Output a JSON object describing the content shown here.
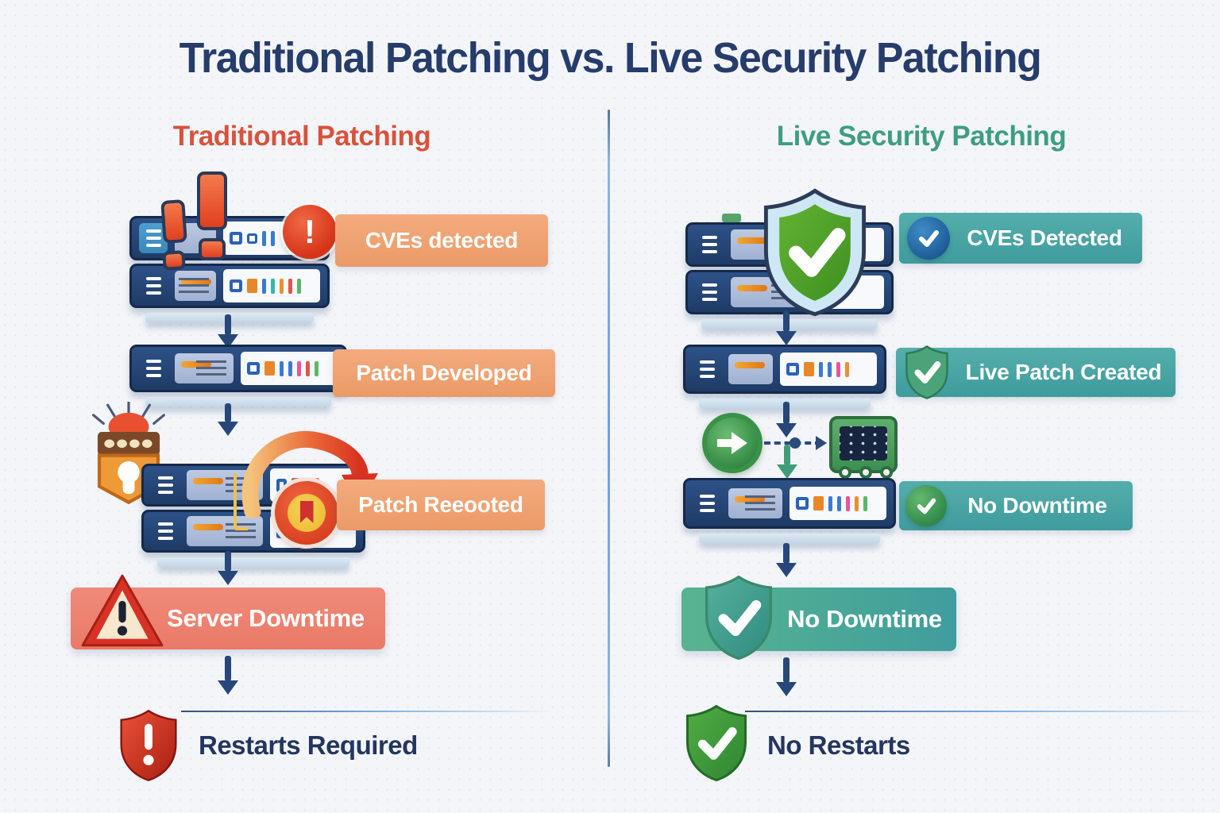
{
  "title": "Traditional Patching vs. Live Security Patching",
  "left": {
    "header": "Traditional Patching",
    "step1": "CVEs detected",
    "step2": "Patch Developed",
    "step3": "Patch Reeooted",
    "banner": "Server Downtime",
    "result": "Restarts Required"
  },
  "right": {
    "header": "Live Security Patching",
    "step1": "CVEs Detected",
    "step2": "Live Patch Created",
    "step3": "No Downtime",
    "banner": "No Downtime",
    "result": "No Restarts"
  },
  "glyphs": {
    "exclamation": "!"
  },
  "icons": {
    "left": [
      "exclamation-marks-icon",
      "alert-circle-icon",
      "server-icon",
      "alarm-lock-icon",
      "reboot-arrow-icon",
      "reboot-badge-icon",
      "warning-triangle-icon",
      "red-shield-exclamation-icon"
    ],
    "right": [
      "green-shield-check-icon",
      "blue-circle-check-icon",
      "green-shield-badge-icon",
      "forward-circle-icon",
      "chip-icon",
      "green-circle-check-icon",
      "teal-shield-check-icon"
    ]
  },
  "colors": {
    "background": "#f3f5f9",
    "title_text": "#263c6b",
    "left_header_text": "#d9523b",
    "right_header_text": "#3e9d82",
    "left_label_bg": "#f0a273",
    "left_banner_bg": "#ec8270",
    "right_label_bg": "#48a6a6",
    "right_banner_gradient_start": "#58b48f",
    "right_banner_gradient_end": "#3f9d9e",
    "arrow": "#27477b",
    "green_arrow": "#3f9e78",
    "server_body": "#24426f",
    "result_text": "#24365e"
  }
}
